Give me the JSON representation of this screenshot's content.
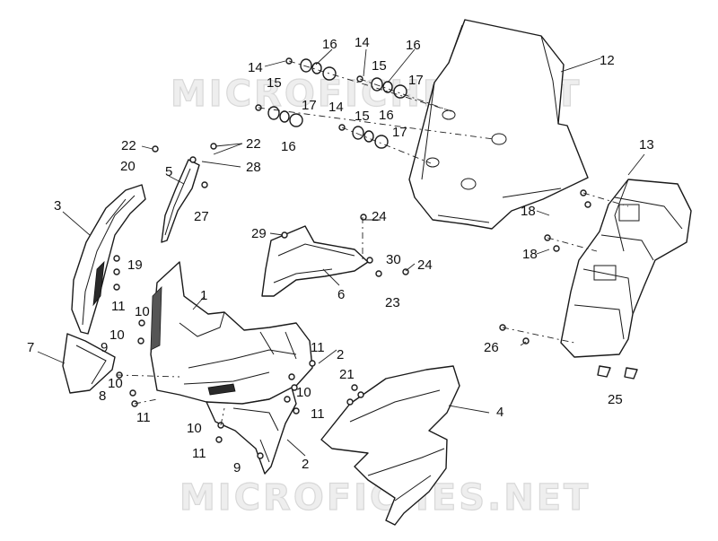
{
  "watermark": "MICROFICHES.NET",
  "callouts": {
    "c1": "1",
    "c2a": "2",
    "c2b": "2",
    "c3": "3",
    "c4": "4",
    "c5": "5",
    "c6": "6",
    "c7": "7",
    "c8": "8",
    "c9a": "9",
    "c9b": "9",
    "c10a": "10",
    "c10b": "10",
    "c10c": "10",
    "c10d": "10",
    "c11a": "11",
    "c11b": "11",
    "c11c": "11",
    "c11d": "11",
    "c11e": "11",
    "c12": "12",
    "c13": "13",
    "c14a": "14",
    "c14b": "14",
    "c14c": "14",
    "c15a": "15",
    "c15b": "15",
    "c15c": "15",
    "c16a": "16",
    "c16b": "16",
    "c16c": "16",
    "c16d": "16",
    "c17a": "17",
    "c17b": "17",
    "c17c": "17",
    "c18a": "18",
    "c18b": "18",
    "c19": "19",
    "c20": "20",
    "c21": "21",
    "c22a": "22",
    "c22b": "22",
    "c23": "23",
    "c24a": "24",
    "c24b": "24",
    "c25": "25",
    "c26": "26",
    "c27": "27",
    "c28": "28",
    "c29": "29",
    "c30": "30"
  }
}
